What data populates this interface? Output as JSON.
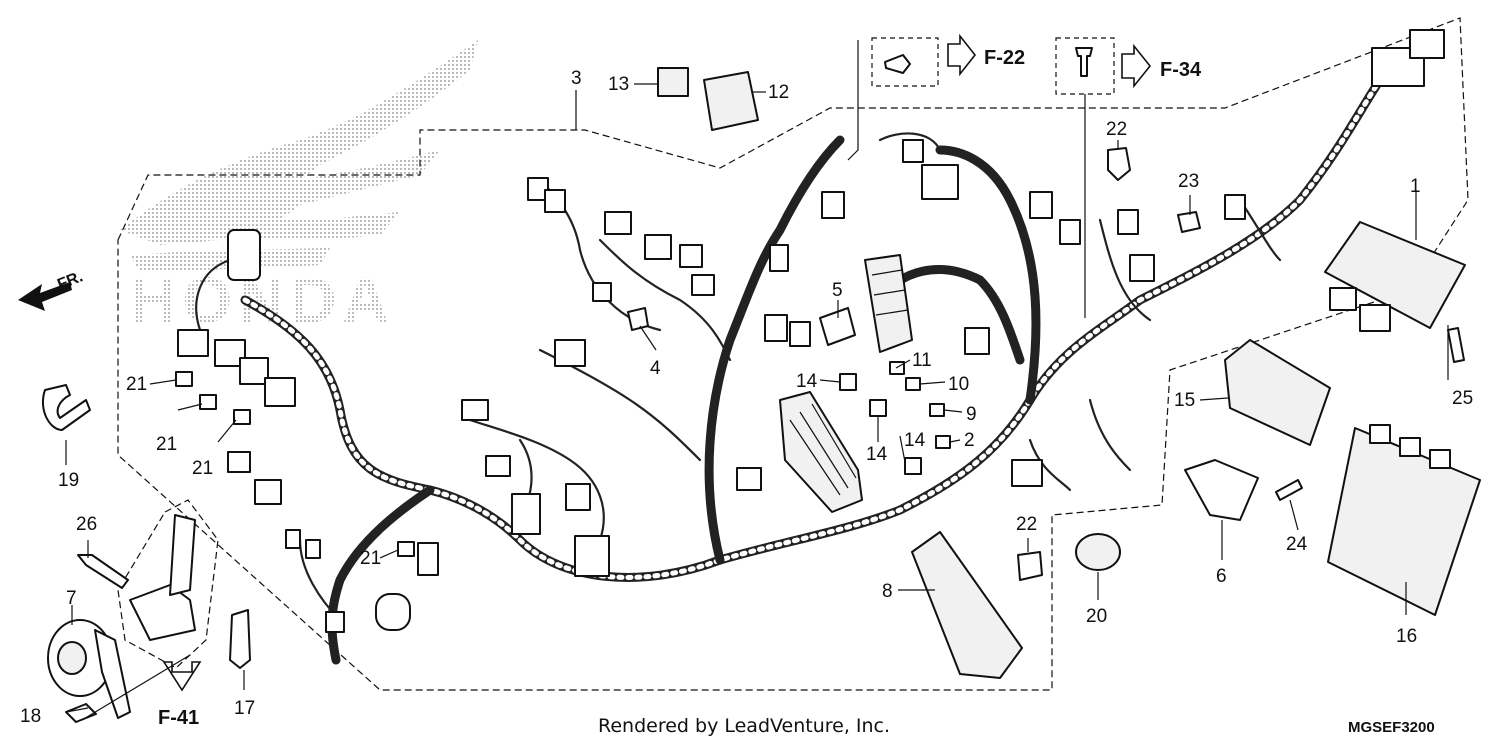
{
  "diagram": {
    "brand_watermark": "HONDA",
    "front_label": "FR.",
    "references": [
      "F-22",
      "F-34",
      "F-41"
    ],
    "footer_credit": "Rendered by LeadVenture, Inc.",
    "diagram_code": "MGSEF3200",
    "callouts": [
      "1",
      "2",
      "3",
      "4",
      "5",
      "6",
      "7",
      "8",
      "9",
      "10",
      "11",
      "12",
      "13",
      "14",
      "14",
      "14",
      "15",
      "16",
      "17",
      "18",
      "19",
      "20",
      "21",
      "21",
      "21",
      "21",
      "22",
      "22",
      "23",
      "24",
      "25",
      "26"
    ]
  }
}
